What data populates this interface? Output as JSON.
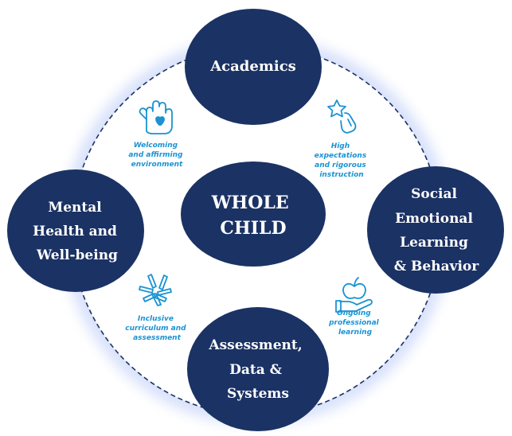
{
  "colors": {
    "node_fill": "#1b3264",
    "accent": "#1a93d3",
    "glow": "#7e9cf0",
    "ring": "#1b3264"
  },
  "center": {
    "lines": [
      "WHOLE",
      "CHILD"
    ]
  },
  "nodes": {
    "academics": {
      "lines": [
        "Academics"
      ]
    },
    "sel": {
      "lines": [
        "Social",
        "Emotional",
        "Learning",
        "& Behavior"
      ]
    },
    "assessment": {
      "lines": [
        "Assessment,",
        "Data &",
        "Systems"
      ]
    },
    "mental_health": {
      "lines": [
        "Mental",
        "Health and",
        "Well-being"
      ]
    }
  },
  "labels": {
    "welcoming": {
      "icon": "hand-heart-icon",
      "lines": [
        "Welcoming",
        "and affirming",
        "environment"
      ]
    },
    "high_expectations": {
      "icon": "star-hand-icon",
      "lines": [
        "High",
        "expectations",
        "and rigorous",
        "instruction"
      ]
    },
    "inclusive": {
      "icon": "stacked-hands-icon",
      "lines": [
        "Inclusive",
        "curriculum and",
        "assessment"
      ]
    },
    "ongoing": {
      "icon": "apple-hand-icon",
      "lines": [
        "Ongoing",
        "professional",
        "learning"
      ]
    }
  }
}
